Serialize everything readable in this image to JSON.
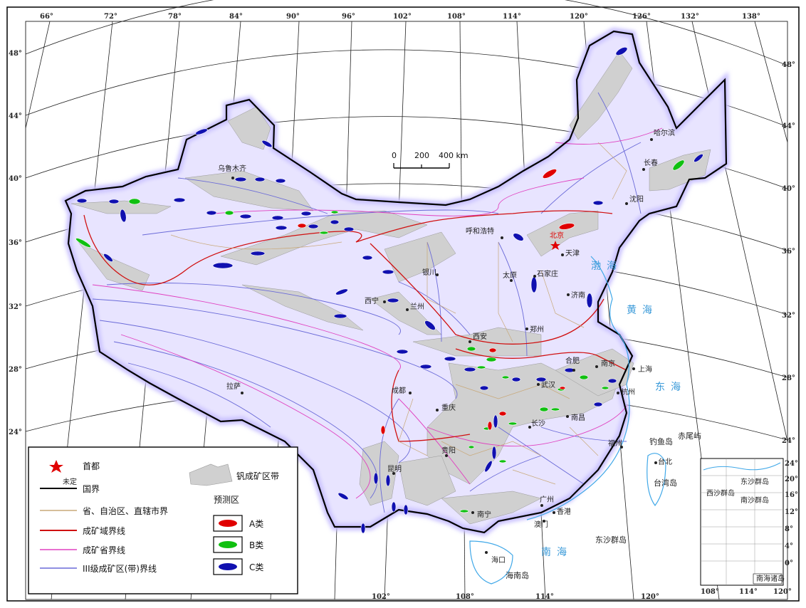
{
  "map": {
    "top_longitudes": [
      "66°",
      "72°",
      "78°",
      "84°",
      "90°",
      "96°",
      "102°",
      "108°",
      "114°",
      "120°",
      "126°",
      "132°",
      "138°"
    ],
    "bottom_longitudes": [
      "102°",
      "108°",
      "114°",
      "120°"
    ],
    "left_latitudes": [
      "48°",
      "44°",
      "40°",
      "36°",
      "32°",
      "28°",
      "24°"
    ],
    "right_latitudes": [
      "48°",
      "44°",
      "40°",
      "36°",
      "32°",
      "28°",
      "24°"
    ],
    "scale_bar": {
      "ticks": [
        "0",
        "200",
        "400 km"
      ]
    },
    "capital": "北京",
    "cities": [
      "乌鲁木齐",
      "哈尔滨",
      "长春",
      "沈阳",
      "呼和浩特",
      "天津",
      "银川",
      "太原",
      "石家庄",
      "济南",
      "西宁",
      "兰州",
      "郑州",
      "西安",
      "合肥",
      "南京",
      "上海",
      "武汉",
      "成都",
      "重庆",
      "长沙",
      "南昌",
      "杭州",
      "拉萨",
      "贵阳",
      "昆明",
      "福州",
      "台北",
      "广州",
      "香港",
      "澳门",
      "南宁",
      "海口"
    ],
    "seas": [
      "渤海",
      "黄海",
      "东海",
      "南海"
    ],
    "islands": [
      "钓鱼岛",
      "赤尾屿",
      "台湾岛",
      "东沙群岛",
      "海南岛"
    ],
    "inset": {
      "title": "南海诸岛",
      "labels": [
        "东沙群岛",
        "西沙群岛",
        "南沙群岛"
      ],
      "longitudes": [
        "108°",
        "114°",
        "120°"
      ],
      "latitudes": [
        "24°",
        "20°",
        "16°",
        "12°",
        "8°",
        "4°",
        "0°"
      ]
    }
  },
  "legend": {
    "capital": "首都",
    "undetermined": "未定",
    "national_border": "国界",
    "province_border": "省、自治区、直辖市界",
    "domain_border": "成矿域界线",
    "province_metallogenic_border": "成矿省界线",
    "level3_border": "III级成矿区(带)界线",
    "vanadium_belt": "钒成矿区带",
    "prediction_title": "预测区",
    "class_a": "A类",
    "class_b": "B类",
    "class_c": "C类",
    "colors": {
      "capital_star": "#e00000",
      "province_line": "#c8a878",
      "domain_line": "#d01010",
      "metallogenic_province_line": "#e040c0",
      "level3_line": "#6a6ad8",
      "belt_fill": "#d0d0d0",
      "class_a": "#e00000",
      "class_b": "#10c010",
      "class_c": "#1010b0",
      "coast": "#40a8e8"
    }
  }
}
